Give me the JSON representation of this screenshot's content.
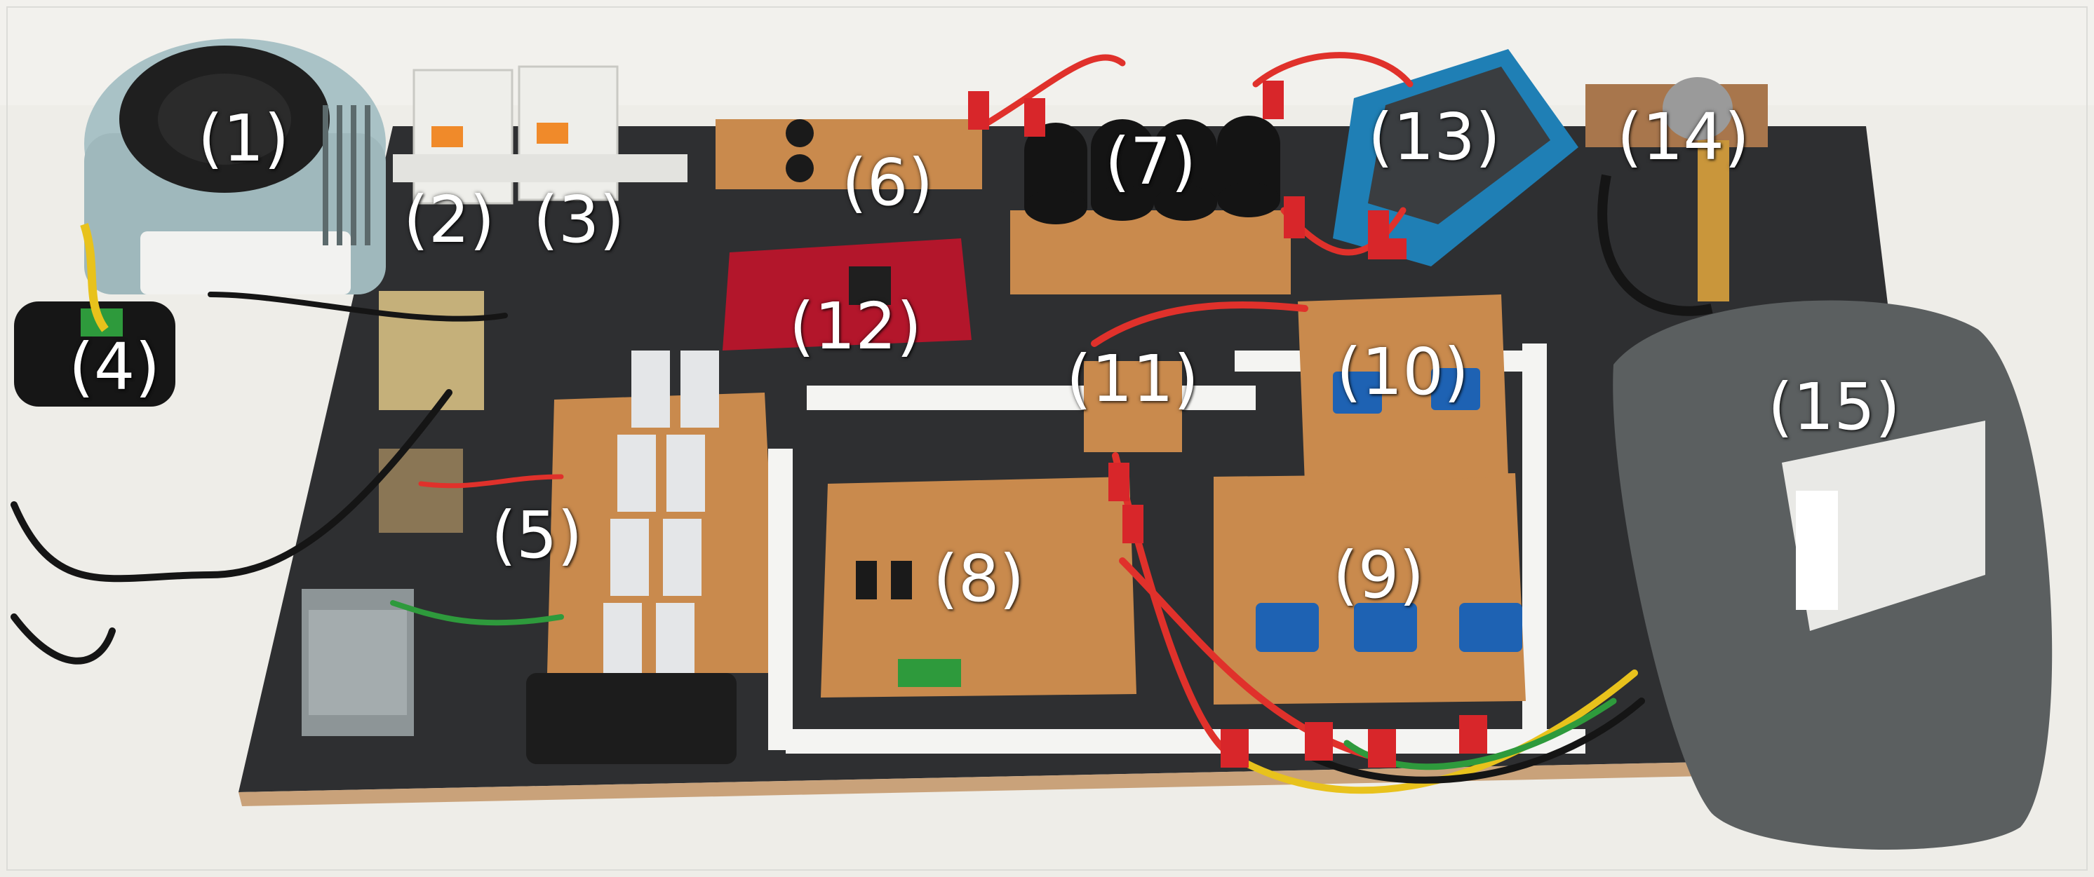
{
  "callouts": [
    "(1)",
    "(2)",
    "(3)",
    "(4)",
    "(5)",
    "(6)",
    "(7)",
    "(8)",
    "(9)",
    "(10)",
    "(11)",
    "(12)",
    "(13)",
    "(14)",
    "(15)"
  ],
  "colors": {
    "wall": "#e9e8e4",
    "table": "#f1f0ec",
    "board": "#2e2f31",
    "board_edge": "#c9a27a",
    "pcb": "#c98a4d",
    "launchpad_red": "#b3162b",
    "autotransformer": "#a9c2c6",
    "breaker": "#eeeeea",
    "capacitor": "#141414",
    "multimeter_blue": "#1f7fb5",
    "motor": "#5b5f60",
    "wire_red": "#e0312b",
    "wire_yellow": "#e8c21c",
    "wire_green": "#2e9a3c",
    "wire_black": "#151515",
    "rail": "#f4f4f2",
    "heatsink": "#e4e6e8"
  }
}
